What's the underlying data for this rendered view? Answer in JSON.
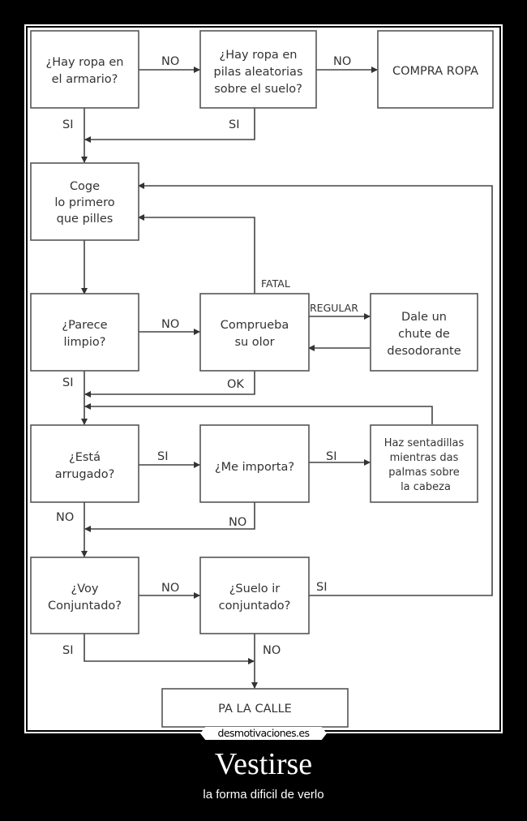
{
  "poster": {
    "title": "Vestirse",
    "subtitle": "la forma dificil de verlo",
    "watermark": "desmotivaciones.es",
    "background_color": "#000000",
    "panel_color": "#ffffff"
  },
  "flowchart": {
    "nodes": {
      "ropa_armario": {
        "lines": [
          "¿Hay ropa en",
          "el armario?"
        ]
      },
      "ropa_suelo": {
        "lines": [
          "¿Hay ropa en",
          "pilas aleatorias",
          "sobre el suelo?"
        ]
      },
      "compra_ropa": {
        "lines": [
          "COMPRA ROPA"
        ]
      },
      "coge": {
        "lines": [
          "Coge",
          "lo primero",
          "que pilles"
        ]
      },
      "parece_limpio": {
        "lines": [
          "¿Parece",
          "limpio?"
        ]
      },
      "comprueba_olor": {
        "lines": [
          "Comprueba",
          "su olor"
        ]
      },
      "desodorante": {
        "lines": [
          "Dale un",
          "chute de",
          "desodorante"
        ]
      },
      "arrugado": {
        "lines": [
          "¿Está",
          "arrugado?"
        ]
      },
      "me_importa": {
        "lines": [
          "¿Me importa?"
        ]
      },
      "sentadillas": {
        "lines": [
          "Haz sentadillas",
          "mientras das",
          "palmas  sobre",
          "la cabeza"
        ]
      },
      "voy_conjuntado": {
        "lines": [
          "¿Voy",
          "Conjuntado?"
        ]
      },
      "suelo_conjuntado": {
        "lines": [
          "¿Suelo ir",
          "conjuntado?"
        ]
      },
      "pa_la_calle": {
        "lines": [
          "PA LA CALLE"
        ]
      }
    },
    "edge_labels": {
      "armario_no": "NO",
      "suelo_no": "NO",
      "armario_si": "SI",
      "suelo_si": "SI",
      "fatal": "FATAL",
      "regular": "REGULAR",
      "limpio_no": "NO",
      "limpio_si": "SI",
      "olor_ok": "OK",
      "arrugado_si": "SI",
      "importa_si": "SI",
      "arrugado_no": "NO",
      "importa_no": "NO",
      "voy_no": "NO",
      "suelo_conj_si": "SI",
      "voy_si": "SI",
      "suelo_conj_no": "NO"
    }
  }
}
